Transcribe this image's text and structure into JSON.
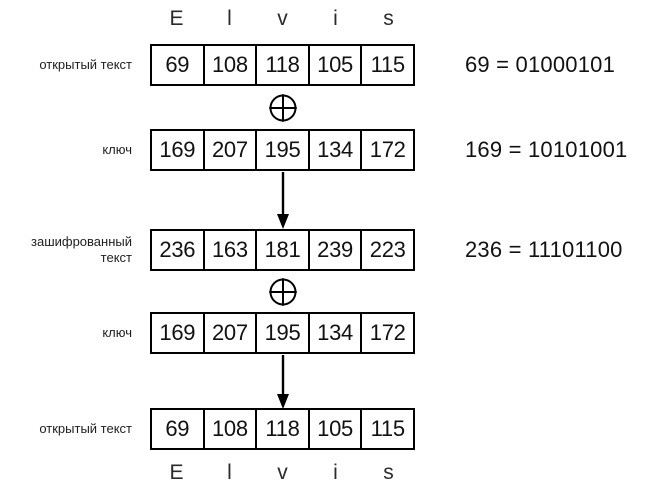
{
  "diagram": {
    "title": "XOR stream cipher encryption and decryption of the word Elvis",
    "colors": {
      "stroke": "#000000",
      "text": "#111111",
      "label": "#1e1e1e",
      "background": "#ffffff"
    },
    "letters": [
      "E",
      "l",
      "v",
      "i",
      "s"
    ],
    "rows": [
      {
        "id": "plaintext-top",
        "label": "открытый текст",
        "values": [
          "69",
          "108",
          "118",
          "105",
          "115"
        ]
      },
      {
        "id": "key-top",
        "label": "ключ",
        "values": [
          "169",
          "207",
          "195",
          "134",
          "172"
        ]
      },
      {
        "id": "ciphertext",
        "label": "зашифрованный текст",
        "label_line1": "зашифрованный",
        "label_line2": "текст",
        "values": [
          "236",
          "163",
          "181",
          "239",
          "223"
        ]
      },
      {
        "id": "key-bottom",
        "label": "ключ",
        "values": [
          "169",
          "207",
          "195",
          "134",
          "172"
        ]
      },
      {
        "id": "plaintext-bottom",
        "label": "открытый текст",
        "values": [
          "69",
          "108",
          "118",
          "105",
          "115"
        ]
      }
    ],
    "operators": [
      {
        "id": "xor-top",
        "symbol": "xor"
      },
      {
        "id": "xor-bottom",
        "symbol": "xor"
      }
    ],
    "arrows": [
      {
        "id": "arrow-encrypt",
        "direction": "down"
      },
      {
        "id": "arrow-decrypt",
        "direction": "down"
      }
    ],
    "formulas": [
      {
        "decimal": "69",
        "equals": "=",
        "binary": "01000101",
        "text": "69 = 01000101"
      },
      {
        "decimal": "169",
        "equals": "=",
        "binary": "10101001",
        "text": "169 = 10101001"
      },
      {
        "decimal": "236",
        "equals": "=",
        "binary": "11101100",
        "text": "236 = 11101100"
      }
    ]
  }
}
